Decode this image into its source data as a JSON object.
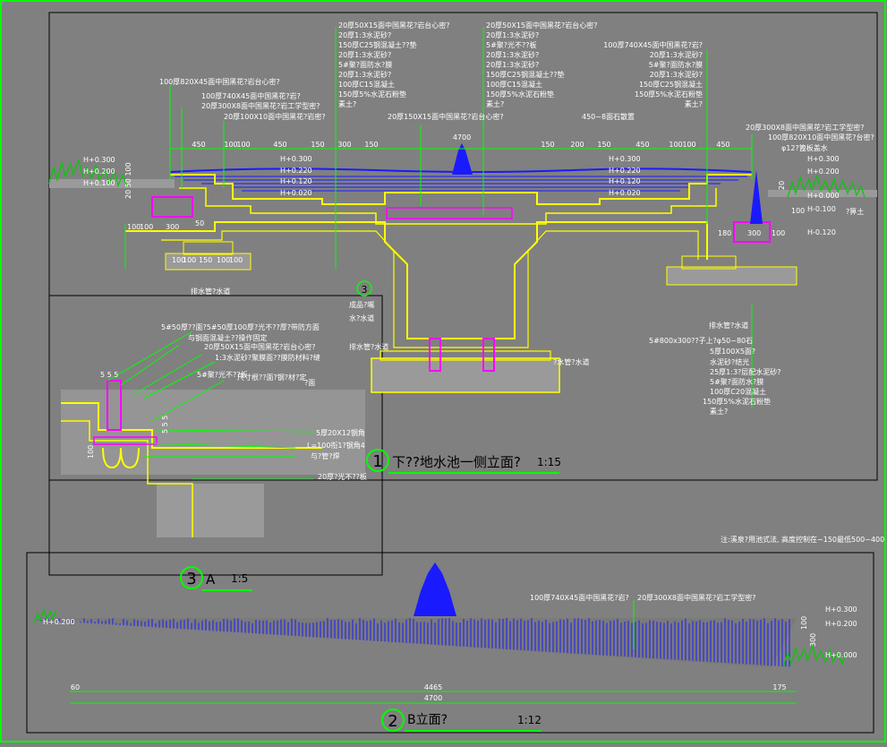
{
  "colors": {
    "background": "#808080",
    "frame": "#00ff00",
    "dim": "#00ff00",
    "structure": "#ffff00",
    "water": "#1a1aff",
    "label": "#ffffff",
    "pipe": "#ff00ff",
    "frame_title": "#000000"
  },
  "section1": {
    "notes_left_top": [
      "20厚50X15面中国黑花?岩台心密?",
      "20厚1:3水泥砂?",
      "150厚C25钢混凝土??垫",
      "20厚1:3水泥砂?",
      "5#聚?面防水?膜",
      "20厚1:3水泥砂?",
      "100厚C15混凝土",
      "150厚5%水泥石粉垫",
      "素土?"
    ],
    "notes_right_top": [
      "20厚50X15面中国黑花?岩台心密?",
      "20厚1:3水泥砂?",
      "5#聚?光不??板",
      "20厚1:3水泥砂?",
      "20厚1:3水泥砂?",
      "150厚C25钢混凝土??垫",
      "100厚C15混凝土",
      "150厚5%水泥石粉垫",
      "素土?"
    ],
    "notes_far_right": [
      "100厚740X45面中国黑花?岩?",
      "20厚1:3水泥砂?",
      "5#聚?面防水?膜",
      "20厚1:3水泥砂?",
      "150厚C25钢混凝土",
      "150厚5%水泥石粉垫",
      "素土?"
    ],
    "note_left_a": "100厚820X45面中国黑花?岩台心密?",
    "note_left_b": "100厚740X45面中国黑花?岩?",
    "note_left_c": "20厚300X8面中国黑花?岩工学型密?",
    "note_left_d": "20厚100X10面中国黑花?岩密?",
    "note_center": "20厚150X15面中国黑花?岩台心密?",
    "note_pebbles": "450~8面石散置",
    "note_right_a": "20厚300X8面中国黑花?岩工学型密?",
    "note_right_b": "100厚820X10面中国黑花?台密?",
    "dims_top": [
      "450",
      "100",
      "100",
      "450",
      "150",
      "300",
      "150",
      "150",
      "200",
      "150",
      "450",
      "100",
      "100",
      "450"
    ],
    "dim_4700": "4700",
    "levels_left": [
      "H+0.300",
      "H+0.200",
      "H+0.100"
    ],
    "levels_inner_left": [
      "H+0.300",
      "H+0.220",
      "H+0.120",
      "H+0.020"
    ],
    "levels_inner_right": [
      "H+0.300",
      "H+0.220",
      "H+0.120",
      "H+0.020"
    ],
    "levels_right": [
      "H+0.300",
      "H+0.200",
      "H+0.000",
      "H-0.100",
      "H-0.120"
    ],
    "dim_left_vertical": "20 50 100",
    "dim_left_bottom": [
      "100",
      "100",
      "300"
    ],
    "dim_left_50": "50",
    "dim_base_left": [
      "100",
      "100",
      "150",
      "100",
      "100"
    ],
    "dims_right_bottom": [
      "180",
      "300",
      "100"
    ],
    "dim_right_20": "20",
    "dim_right_100": "100",
    "right_grate": "?箅土",
    "right_drain_note": "φ12?篦板盖水",
    "label_drain_pipe_left": "排水管?水道",
    "label_callout_3": "3",
    "label_nozzle": "成品?嘴",
    "label_water_pipe": "水?水道",
    "label_drain_pipe": "排水管?水道",
    "label_water_tank": "?水管?水道",
    "label_drain_right": "排水管?水道",
    "right_notes_bottom": [
      "5#800x300??子上?φ50~80石",
      "5厚100X5面?",
      "水泥砂?结光",
      "25厚1:3?层配水泥砂?",
      "5#聚?面防水?膜",
      "100厚C20混凝土",
      "150厚5%水泥石粉垫",
      "素土?"
    ],
    "title_num": "1",
    "title": "下??地水池一侧立面?",
    "scale": "1:15"
  },
  "section3": {
    "notes": [
      "5#50厚??面?5#50厚100厚?光不??厚?带防方面",
      "与钢面混凝土??操作固定",
      "20厚50X15面中国黑花?岩台心密?",
      "1:3水泥砂?聚膜面??膜防材料?缝"
    ],
    "note_mid": "5#聚?光不??板",
    "note_mid2": "尺寸根??面?钢?材?定",
    "note_mid3": "?面",
    "dim_555_top": "5 5 5",
    "dim_555_side": "5 5 5",
    "dim_100": "100",
    "note_steel": "5厚20X12钢角",
    "note_L": "L=100衔1?钢角4",
    "note_weld": "与?管?焊",
    "note_bottom": "20厚?光不??板",
    "title_num": "3",
    "title": "A",
    "scale": "1:5"
  },
  "footnote": "注:溪泉?用池式法, 高度控制在~150最低500~400",
  "section2": {
    "note_a": "100厚740X45面中国黑花?岩?",
    "note_b": "20厚300X8面中国黑花?岩工学型密?",
    "levels_left": [
      "H+0.200"
    ],
    "levels_right": [
      "H+0.300",
      "H+0.200",
      "H+0.000"
    ],
    "dim_100": "100",
    "dim_300": "300",
    "dims": [
      "60",
      "4465",
      "175"
    ],
    "dim_total": "4700",
    "title_num": "2",
    "title": "B立面?",
    "scale": "1:12"
  }
}
